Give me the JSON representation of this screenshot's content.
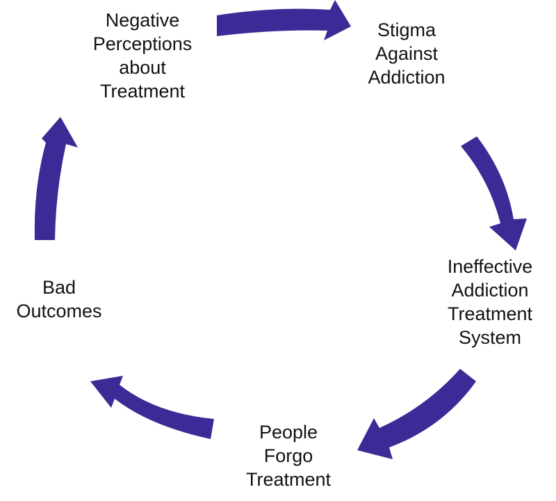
{
  "colors": {
    "arrow": "#3b2b96",
    "text": "#111111",
    "background": "#ffffff"
  },
  "nodes": [
    {
      "id": "negative",
      "lines": [
        "Negative",
        "Perceptions",
        "about",
        "Treatment"
      ]
    },
    {
      "id": "stigma",
      "lines": [
        "Stigma",
        "Against",
        "Addiction"
      ]
    },
    {
      "id": "ineffective",
      "lines": [
        "Ineffective",
        "Addiction",
        "Treatment",
        "System"
      ]
    },
    {
      "id": "forgo",
      "lines": [
        "People",
        "Forgo",
        "Treatment"
      ]
    },
    {
      "id": "bad",
      "lines": [
        "Bad",
        "Outcomes"
      ]
    }
  ],
  "edges": [
    {
      "from": "negative",
      "to": "stigma"
    },
    {
      "from": "stigma",
      "to": "ineffective"
    },
    {
      "from": "ineffective",
      "to": "forgo"
    },
    {
      "from": "forgo",
      "to": "bad"
    },
    {
      "from": "bad",
      "to": "negative"
    }
  ]
}
